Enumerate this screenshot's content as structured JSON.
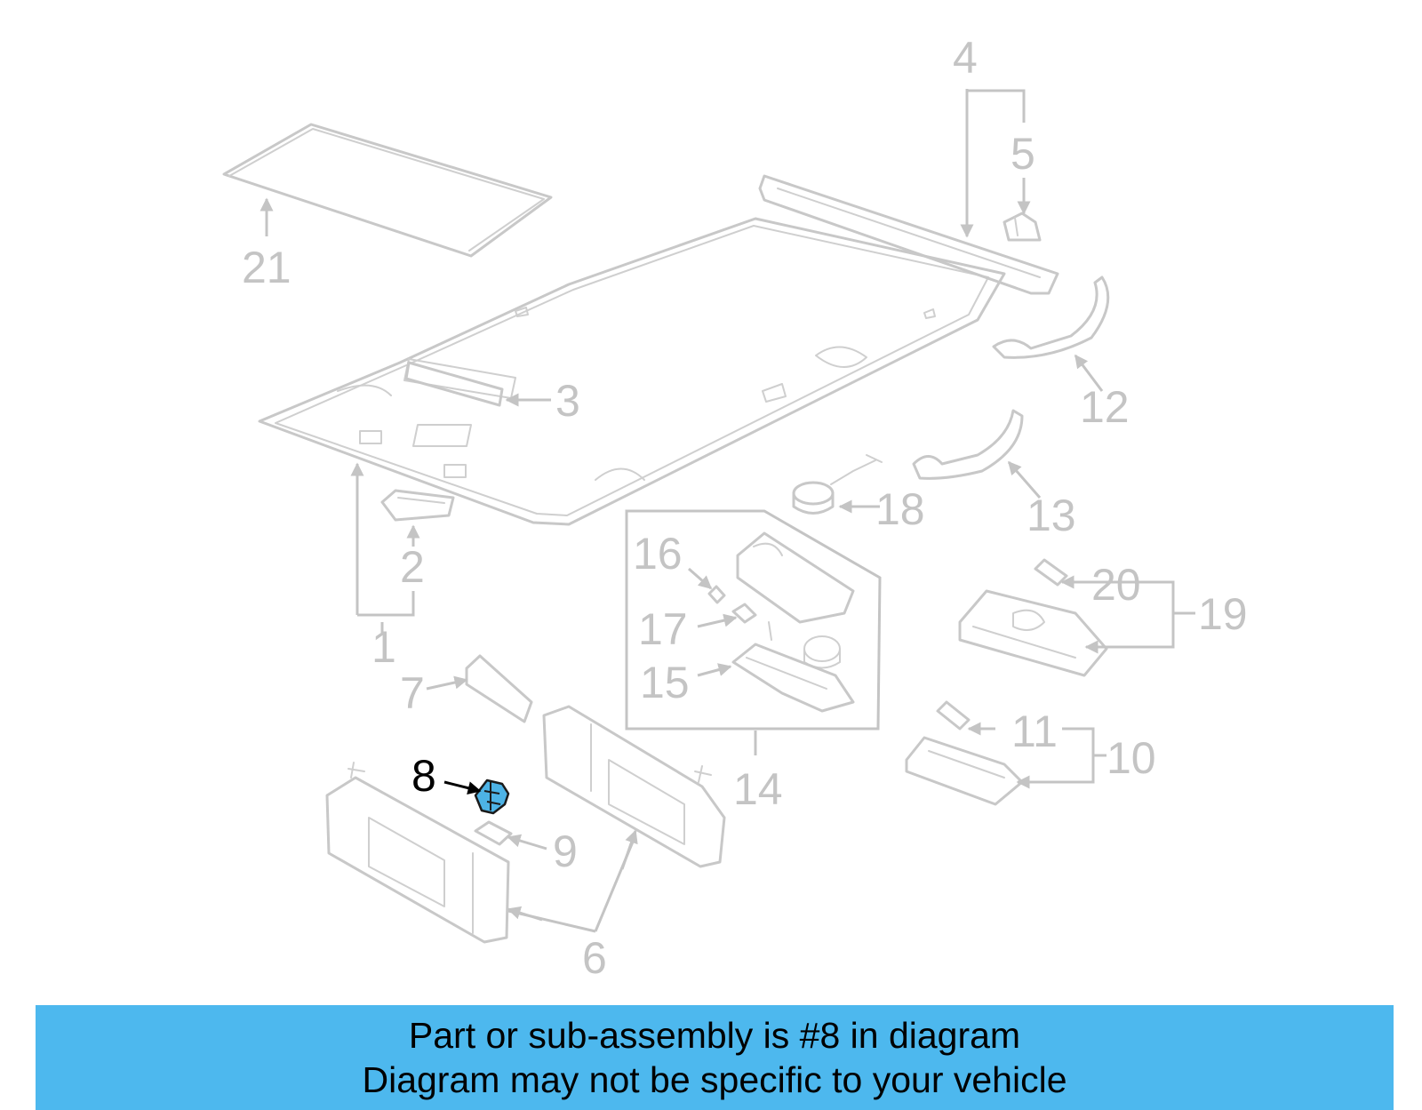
{
  "callouts": {
    "c1": "1",
    "c2": "2",
    "c3": "3",
    "c4": "4",
    "c5": "5",
    "c6": "6",
    "c7": "7",
    "c8": "8",
    "c9": "9",
    "c10": "10",
    "c11": "11",
    "c12": "12",
    "c13": "13",
    "c14": "14",
    "c15": "15",
    "c16": "16",
    "c17": "17",
    "c18": "18",
    "c19": "19",
    "c20": "20",
    "c21": "21"
  },
  "highlight": {
    "callout": "8",
    "color": "#4db3e6"
  },
  "banner": {
    "line1": "Part or sub-assembly is #8 in diagram",
    "line2": "Diagram may not be specific to your vehicle",
    "background": "#4db8ee"
  }
}
